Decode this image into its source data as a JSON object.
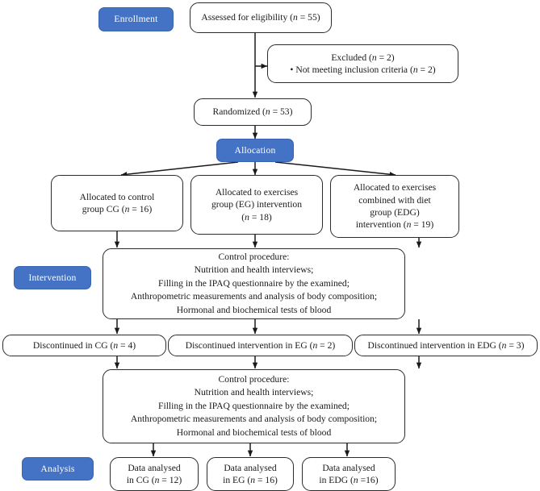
{
  "diagram": {
    "title": "CONSORT participant flow diagram",
    "accent_color": "#4472C4",
    "border_color": "#2b2b2b",
    "background": "#ffffff"
  },
  "stages": {
    "enrollment": "Enrollment",
    "allocation": "Allocation",
    "intervention": "Intervention",
    "analysis": "Analysis"
  },
  "enrollment": {
    "assessed": "Assessed for eligibility (n = 55)",
    "excluded_title": "Excluded (n = 2)",
    "excluded_reason": "• Not meeting inclusion criteria (n = 2)",
    "randomized": "Randomized (n = 53)"
  },
  "allocation": {
    "control": {
      "line1": "Allocated to control",
      "line2": "group CG (n = 16)"
    },
    "exercise": {
      "line1": "Allocated to exercises",
      "line2": "group (EG) intervention",
      "line3": "(n = 18)"
    },
    "exercise_diet": {
      "line1": "Allocated to exercises",
      "line2": "combined with diet",
      "line3": "group (EDG)",
      "line4": "intervention (n = 19)"
    }
  },
  "procedure": {
    "line1": "Control procedure:",
    "line2": "Nutrition and health interviews;",
    "line3": "Filling in the IPAQ questionnaire by the examined;",
    "line4": "Anthropometric measurements and analysis of body composition;",
    "line5": "Hormonal and biochemical tests of blood"
  },
  "followup": {
    "cg": "Discontinued in CG (n = 4)",
    "eg": "Discontinued intervention in EG (n = 2)",
    "edg": "Discontinued intervention in EDG (n = 3)"
  },
  "analysis": {
    "cg": {
      "line1": "Data analysed",
      "line2": "in CG (n = 12)"
    },
    "eg": {
      "line1": "Data analysed",
      "line2": "in EG (n = 16)"
    },
    "edg": {
      "line1": "Data analysed",
      "line2": "in EDG (n =16)"
    }
  }
}
